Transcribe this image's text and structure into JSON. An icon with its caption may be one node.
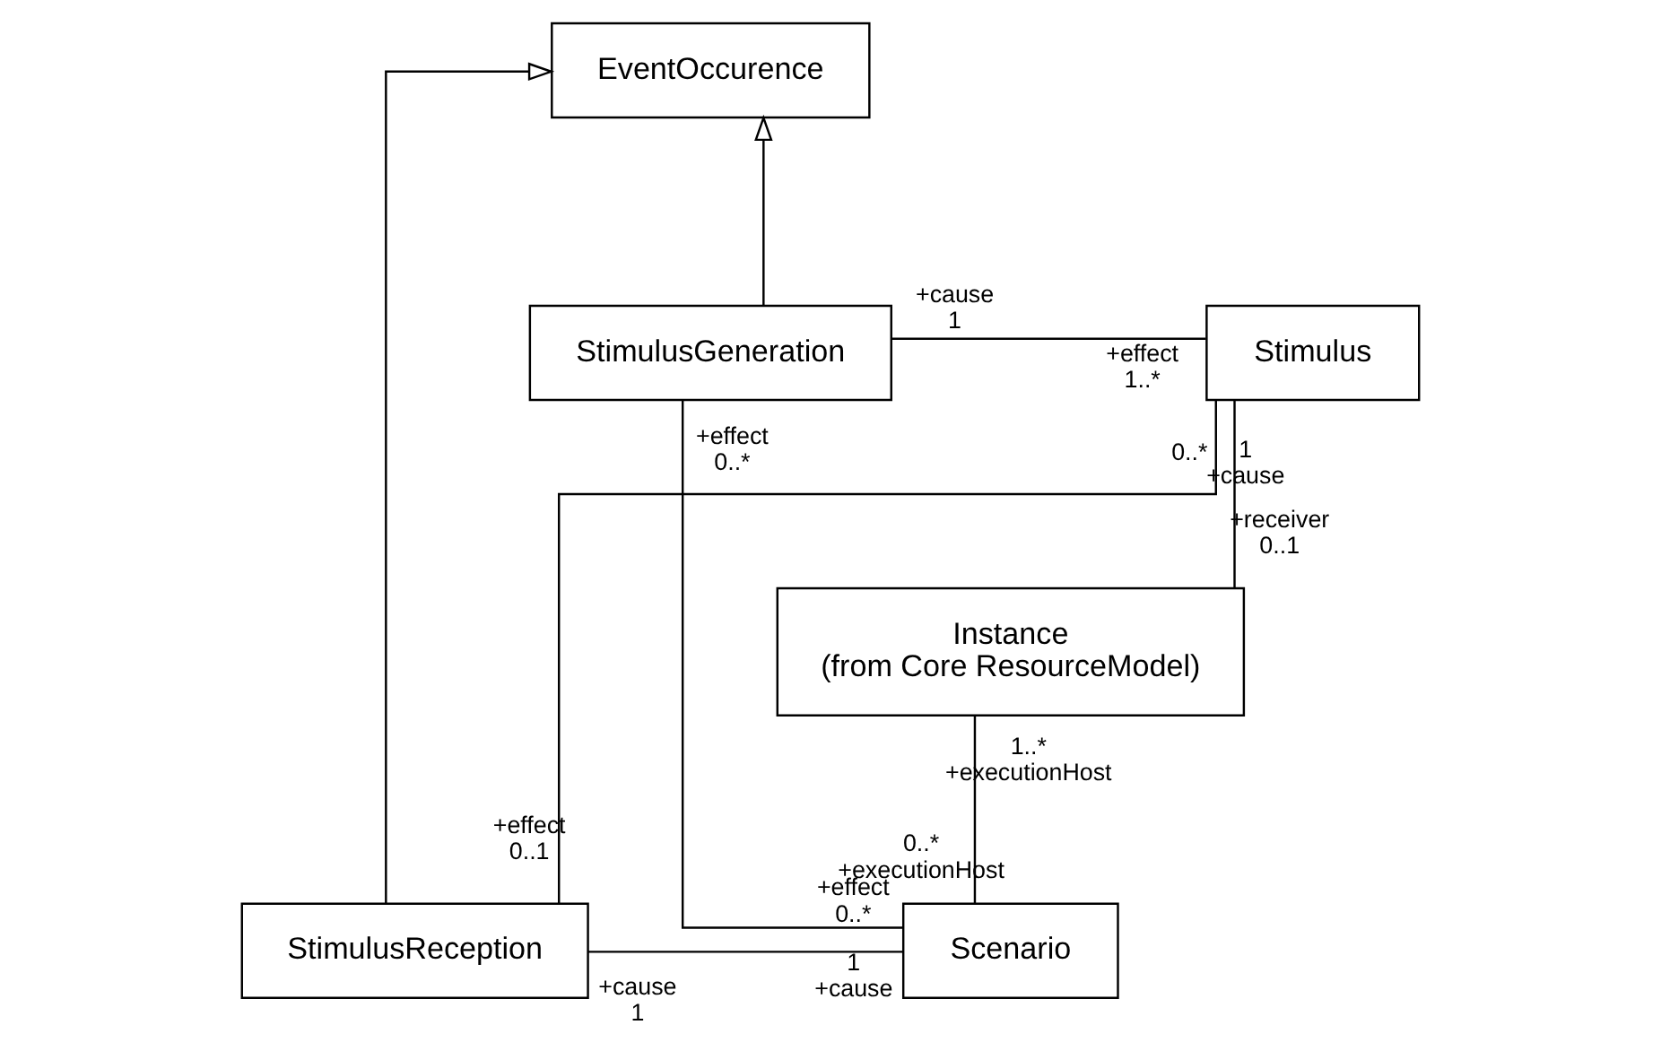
{
  "diagram": {
    "nodes": [
      {
        "text": [
          "EventOccurence"
        ]
      },
      {
        "text": [
          "StimulusGeneration"
        ]
      },
      {
        "text": [
          "Stimulus"
        ]
      },
      {
        "text": [
          "Instance",
          "(from Core ResourceModel)"
        ]
      },
      {
        "text": [
          "Scenario"
        ]
      },
      {
        "text": [
          "StimulusReception"
        ]
      }
    ],
    "edges": [
      {
        "from": 1,
        "to": 0,
        "arrow": "to"
      },
      {
        "from": 5,
        "to": 0,
        "arrow": "to"
      },
      {
        "from": 1,
        "to": 2,
        "arrow": "none"
      },
      {
        "from": 3,
        "to": 2,
        "arrow": "none"
      },
      {
        "from": 1,
        "to": 4,
        "arrow": "none"
      },
      {
        "from": 3,
        "to": 4,
        "arrow": "none"
      },
      {
        "from": 5,
        "to": 4,
        "arrow": "none"
      },
      {
        "from": 5,
        "to": 2,
        "arrow": "none"
      }
    ],
    "labels": [
      "+cause",
      "1",
      "+effect",
      "1..*",
      "+receiver",
      "0..1",
      "0..*",
      "+effect",
      "0..*",
      "1",
      "+cause",
      "1..*",
      "+executionHost",
      "0..*",
      "+executionHost",
      "+cause",
      "1",
      "+effect",
      "0..*",
      "+effect",
      "0..1",
      "1",
      "+cause"
    ]
  }
}
